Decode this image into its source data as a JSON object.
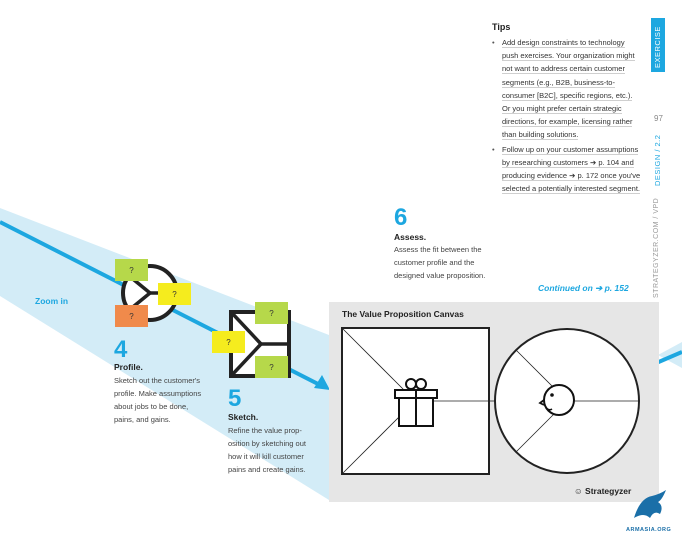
{
  "tips": {
    "title": "Tips",
    "items": [
      "Add design constraints to technol­ogy push exercises. Your organi­zation might not want to address certain customer segments (e.g., B2B, business-to-consumer [B2C], specific regions, etc.). Or you might prefer certain strategic directions, for example, licensing rather than building solutions.",
      "Follow up on your customer assumptions by researching customers ➔ p. 104 and produc­ing evidence ➔ p. 172 once you've selected a potentially interested segment."
    ]
  },
  "sidebar": {
    "exercise_label": "EXERCISE",
    "page_number": "97",
    "section": "DESIGN / 2.2",
    "url_path": "STRATEGYZER.COM / VPD"
  },
  "steps": {
    "assess": {
      "number": "6",
      "title": "Assess.",
      "text": "Assess the fit between the customer profile and the designed value proposition."
    },
    "profile": {
      "number": "4",
      "title": "Profile.",
      "text": "Sketch out the customer's profile. Make assumptions about jobs to be done, pains, and gains."
    },
    "sketch": {
      "number": "5",
      "title": "Sketch.",
      "text": "Refine the value prop­osition by sketching out how it will kill customer pains and create gains."
    }
  },
  "zoom_label": "Zoom in",
  "continued": "Continued on ➔ p. 152",
  "canvas": {
    "title": "The Value Proposition Canvas"
  },
  "sticky_notes": {
    "profile": [
      "?",
      "?",
      "?"
    ],
    "sketch": [
      "?",
      "?",
      "?"
    ]
  },
  "logo": "Strategyzer",
  "watermark": "ARMASIA.ORG",
  "colors": {
    "accent_blue": "#1da7e0",
    "beam": "#cdeaf6",
    "sticky_green": "#b6d84a",
    "sticky_yellow": "#f5ec1e",
    "sticky_orange": "#f08a4b",
    "panel_gray": "#e6e6e6"
  }
}
